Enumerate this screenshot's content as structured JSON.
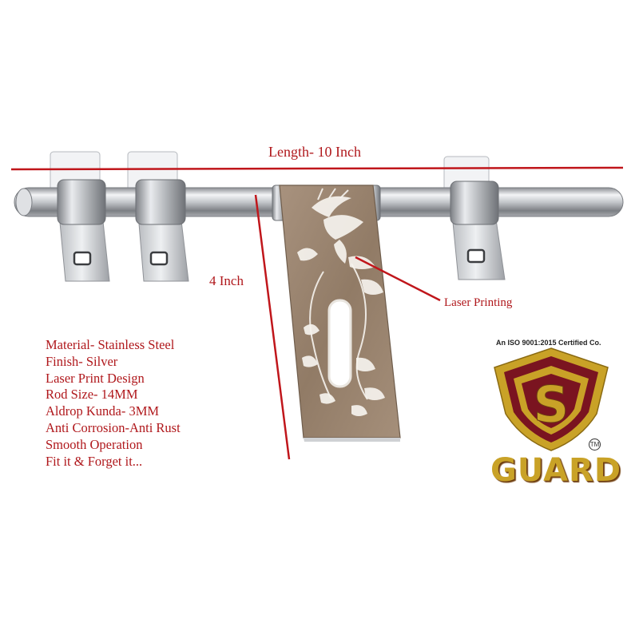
{
  "annotations": {
    "length": "Length- 10 Inch",
    "height": "4 Inch",
    "laser": "Laser Printing"
  },
  "specs": [
    "Material- Stainless Steel",
    "Finish-  Silver",
    "Laser Print Design",
    "Rod Size- 14MM",
    "Aldrop Kunda- 3MM",
    "Anti Corrosion-Anti Rust",
    "Smooth Operation",
    "Fit it & Forget it..."
  ],
  "logo": {
    "certification": "An ISO 9001:2015 Certified Co.",
    "brand": "GUARD",
    "letter": "S",
    "tm": "TM"
  },
  "colors": {
    "annotation_red": "#b0181c",
    "logo_gold": "#c9a227",
    "logo_maroon": "#7a1420",
    "steel": "#c8cacd",
    "plate": "#9a8470"
  },
  "icons": [
    "aldrop-latch-image",
    "guard-shield-logo-icon"
  ]
}
